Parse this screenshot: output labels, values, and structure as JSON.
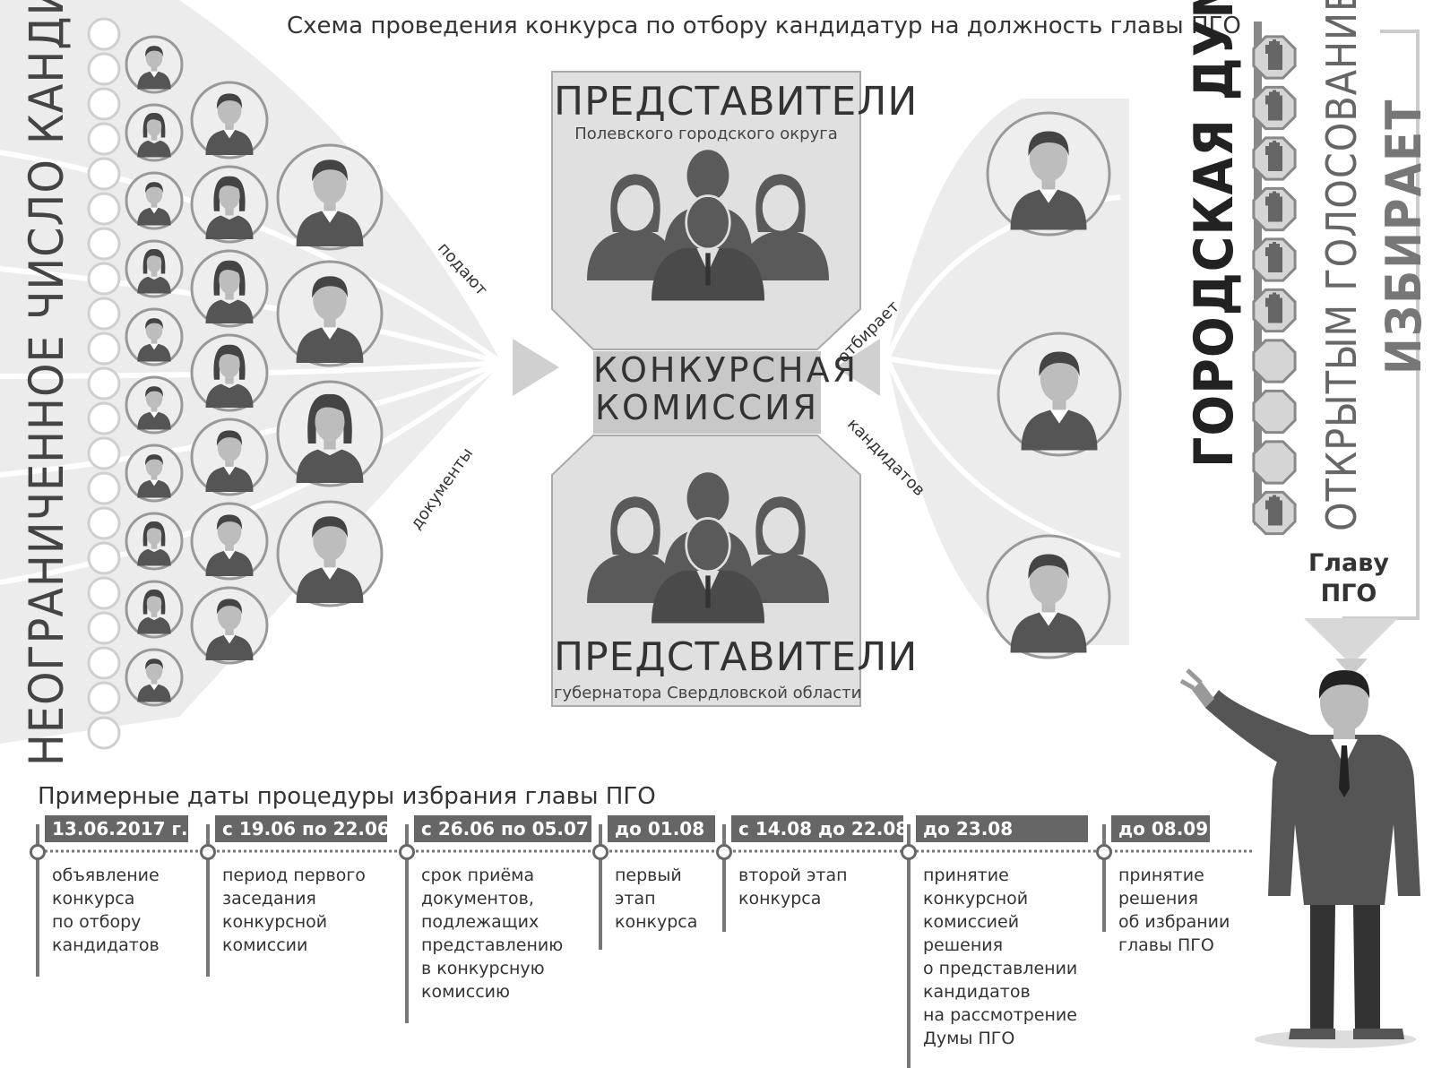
{
  "title": "Схема проведения конкурса по отбору кандидатур на должность главы ПГО",
  "left_vertical": "НЕОГРАНИЧЕННОЕ ЧИСЛО КАНДИДАТОВ",
  "flow_left": {
    "top": "подают",
    "bottom": "документы"
  },
  "flow_right": {
    "top": "отбирает",
    "bottom": "кандидатов"
  },
  "top_box": {
    "title": "ПРЕДСТАВИТЕЛИ",
    "subtitle": "Полевского городского округа"
  },
  "commission": {
    "line1": "КОНКУРСНАЯ",
    "line2": "КОМИССИЯ"
  },
  "bottom_box": {
    "title": "ПРЕДСТАВИТЕЛИ",
    "subtitle": "губернатора Свердловской области"
  },
  "duma": {
    "title": "ГОРОДСКАЯ ДУМА",
    "method": "ОТКРЫТЫМ ГОЛОСОВАНИЕМ",
    "action": "ИЗБИРАЕТ",
    "result_line1": "Главу",
    "result_line2": "ПГО",
    "votes_total": 10,
    "votes_for": 7
  },
  "timeline": {
    "heading": "Примерные даты процедуры избрания главы ПГО",
    "items": [
      {
        "date": "13.06.2017 г.",
        "desc": "объявление\nконкурса\nпо отбору\nкандидатов"
      },
      {
        "date": "с 19.06 по 22.06",
        "desc": "период первого\nзаседания\nконкурсной\nкомиссии"
      },
      {
        "date": "с 26.06 по 05.07",
        "desc": "срок приёма\nдокументов,\nподлежащих\nпредставлению\nв конкурсную\nкомиссию"
      },
      {
        "date": "до 01.08",
        "desc": "первый\nэтап\nконкурса"
      },
      {
        "date": "с 14.08 до 22.08",
        "desc": "второй этап\nконкурса"
      },
      {
        "date": "до 23.08",
        "desc": "принятие\nконкурсной\nкомиссией\nрешения\nо представлении\nкандидатов\nна рассмотрение\nДумы ПГО"
      },
      {
        "date": "до 08.09",
        "desc": "принятие\nрешения\nоб избрании\nглавы ПГО"
      }
    ]
  },
  "colors": {
    "dark": "#555555",
    "mid": "#8a8a8a",
    "light": "#d8d8d8",
    "box": "#e0e0e0",
    "stream": "#e6e6e6"
  }
}
